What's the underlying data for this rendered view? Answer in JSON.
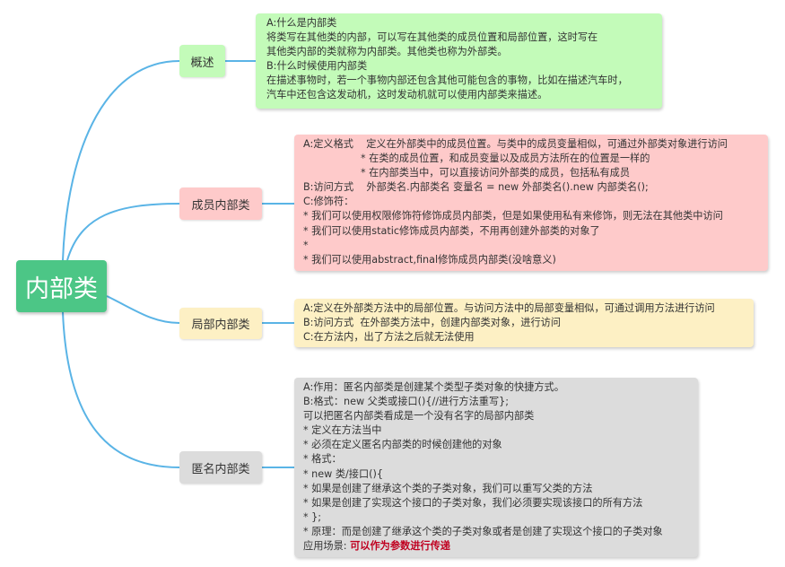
{
  "colors": {
    "root": "#4cc686",
    "green": "#c3fbb9",
    "pink": "#fecaca",
    "yellow": "#fdf0c4",
    "gray": "#dcdcdc",
    "line": "#5ab4e6",
    "highlight": "#c00020"
  },
  "root": {
    "label": "内部类"
  },
  "branches": [
    {
      "label": "概述",
      "lines": [
        "A:什么是内部类",
        "将类写在其他类的内部，可以写在其他类的成员位置和局部位置，这时写在",
        "其他类内部的类就称为内部类。其他类也称为外部类。",
        "B:什么时候使用内部类",
        "在描述事物时，若一个事物内部还包含其他可能包含的事物，比如在描述汽车时，",
        "汽车中还包含这发动机，这时发动机就可以使用内部类来描述。"
      ]
    },
    {
      "label": "成员内部类",
      "lines": [
        "A:定义格式    定义在外部类中的成员位置。与类中的成员变量相似，可通过外部类对象进行访问",
        "                  * 在类的成员位置，和成员变量以及成员方法所在的位置是一样的",
        "                  * 在内部类当中，可以直接访问外部类的成员，包括私有成员",
        "B:访问方式    外部类名.内部类名 变量名 = new 外部类名().new 内部类名();",
        "C:修饰符：",
        "* 我们可以使用权限修饰符修饰成员内部类，但是如果使用私有来修饰，则无法在其他类中访问",
        "* 我们可以使用static修饰成员内部类，不用再创建外部类的对象了",
        "*",
        "* 我们可以使用abstract,final修饰成员内部类(没啥意义)"
      ]
    },
    {
      "label": "局部内部类",
      "lines": [
        "A:定义在外部类方法中的局部位置。与访问方法中的局部变量相似，可通过调用方法进行访问",
        "B:访问方式  在外部类方法中，创建内部类对象，进行访问",
        "C:在方法内，出了方法之后就无法使用"
      ]
    },
    {
      "label": "匿名内部类",
      "lines": [
        "A:作用：匿名内部类是创建某个类型子类对象的快捷方式。",
        "B:格式：new 父类或接口(){//进行方法重写};",
        "可以把匿名内部类看成是一个没有名字的局部内部类",
        "* 定义在方法当中",
        "* 必须在定义匿名内部类的时候创建他的对象",
        "* 格式：",
        "* new 类/接口(){",
        "* 如果是创建了继承这个类的子类对象，我们可以重写父类的方法",
        "* 如果是创建了实现这个接口的子类对象，我们必须要实现该接口的所有方法",
        "* };",
        "* 原理：而是创建了继承这个类的子类对象或者是创建了实现这个接口的子类对象"
      ],
      "scene_label": "应用场景: ",
      "scene_value": "可以作为参数进行传递"
    }
  ]
}
